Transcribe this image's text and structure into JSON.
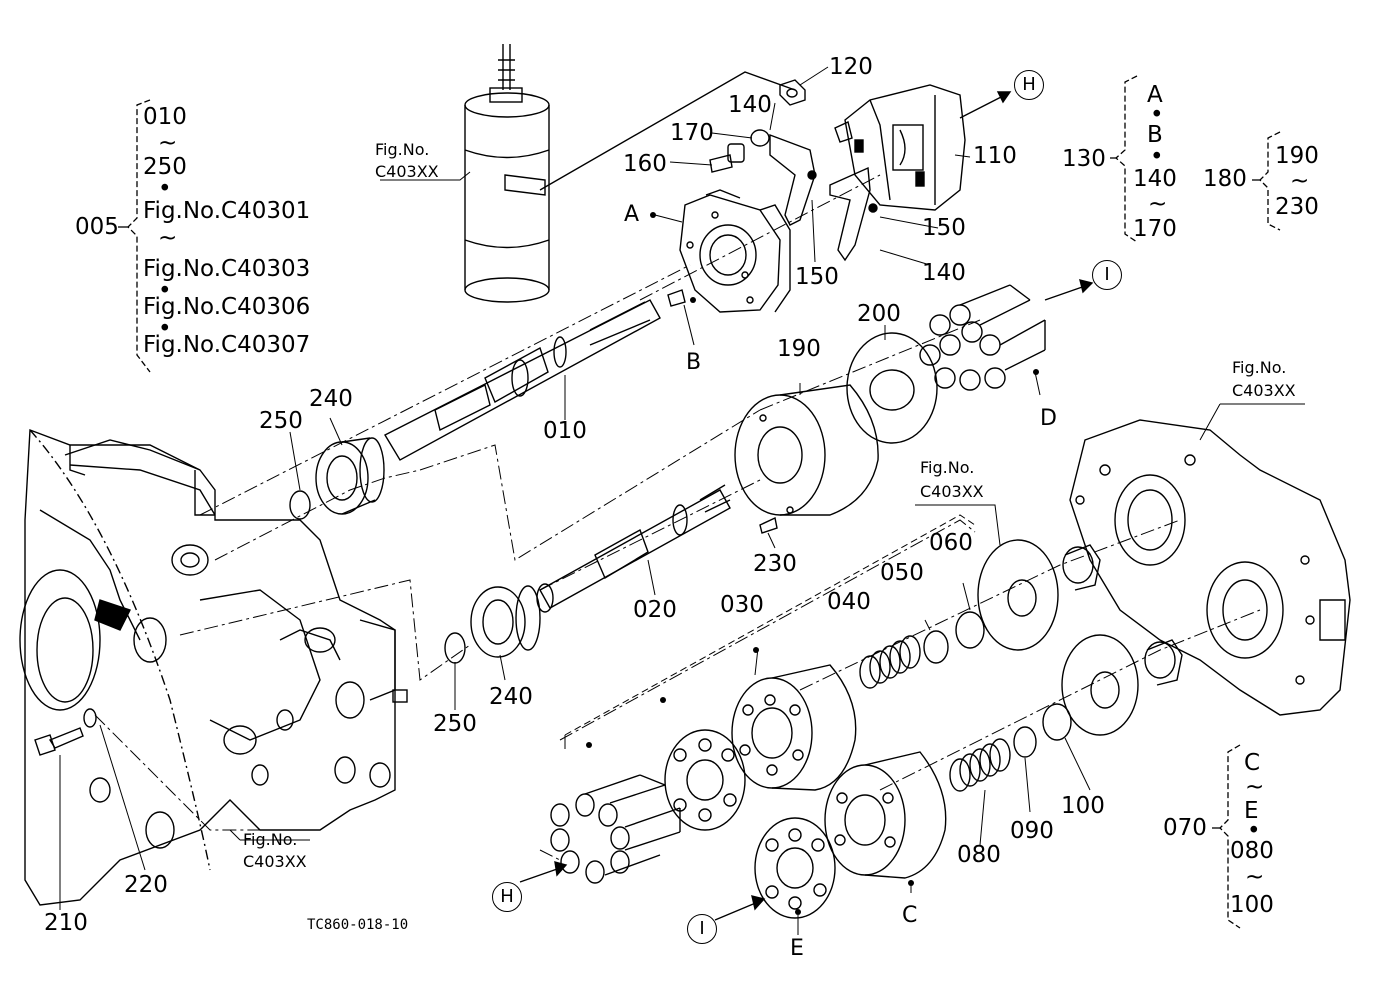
{
  "diagram": {
    "drawing_code": "TC860-018-10",
    "part_numbers": {
      "p005": "005",
      "p010": "010",
      "p020": "020",
      "p030": "030",
      "p040": "040",
      "p050": "050",
      "p060": "060",
      "p070": "070",
      "p080": "080",
      "p090": "090",
      "p100": "100",
      "p110": "110",
      "p120": "120",
      "p130": "130",
      "p140a": "140",
      "p140b": "140",
      "p150a": "150",
      "p150b": "150",
      "p160": "160",
      "p170": "170",
      "p180": "180",
      "p190": "190",
      "p200": "200",
      "p210": "210",
      "p220": "220",
      "p230": "230",
      "p240a": "240",
      "p240b": "240",
      "p250a": "250",
      "p250b": "250"
    },
    "letter_callouts": {
      "A": "A",
      "B": "B",
      "C": "C",
      "D": "D",
      "E": "E"
    },
    "circled_refs": {
      "H_top": "H",
      "I_top": "I",
      "H_bottom": "H",
      "I_bottom": "I"
    },
    "fig_refs": {
      "fig1": {
        "line1": "Fig.No.",
        "line2": "C403XX"
      },
      "fig2": {
        "line1": "Fig.No.",
        "line2": "C403XX"
      },
      "fig3": {
        "line1": "Fig.No.",
        "line2": "C403XX"
      },
      "fig4": {
        "line1": "Fig.No.",
        "line2": "C403XX"
      }
    },
    "bracket_005": {
      "lines": [
        "010",
        "~",
        "250",
        "•",
        "Fig.No.C40301",
        "~",
        "Fig.No.C40303",
        "•",
        "Fig.No.C40306",
        "•",
        "Fig.No.C40307"
      ]
    },
    "bracket_130": {
      "lines": [
        "A",
        "•",
        "B",
        "•",
        "140",
        "~",
        "170"
      ]
    },
    "bracket_180": {
      "lines": [
        "190",
        "~",
        "230"
      ]
    },
    "bracket_070": {
      "lines": [
        "C",
        "~",
        "E",
        "•",
        "080",
        "~",
        "100"
      ]
    }
  }
}
